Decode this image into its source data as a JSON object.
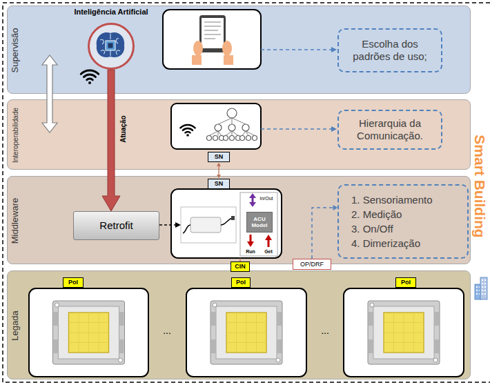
{
  "diagram": {
    "nodes": [
      {
        "text": [
          "Supervisão"
        ]
      },
      {
        "text": [
          "Inteligência Artificial"
        ],
        "in": 0
      },
      {
        "text": [
          "Escolha dos padrões de uso;"
        ],
        "in": 0
      },
      {
        "text": [
          "Interoperabilidade"
        ]
      },
      {
        "text": [
          "Hierarquia da Comunicação."
        ],
        "in": 3
      },
      {
        "text": [
          "SN"
        ],
        "in": 3
      },
      {
        "text": [
          "Middleware"
        ]
      },
      {
        "text": [
          "SN"
        ],
        "in": 6
      },
      {
        "text": [
          "Retrofit"
        ],
        "in": 6
      },
      {
        "text": [
          "ACU Model"
        ],
        "in": 6
      },
      {
        "text": [
          "1. Sensoriamento",
          "2. Medição",
          "3. On/Off",
          "4. Dimerização"
        ],
        "in": 6
      },
      {
        "text": [
          "OP/DRF"
        ]
      },
      {
        "text": [
          "CIN"
        ]
      },
      {
        "text": [
          "Legada"
        ]
      },
      {
        "text": [
          "PoI"
        ],
        "in": 13
      },
      {
        "text": [
          "PoI"
        ],
        "in": 13
      },
      {
        "text": [
          "PoI"
        ],
        "in": 13
      }
    ],
    "edges": [
      {
        "from": 1,
        "to": 8,
        "arrow": "to",
        "label": "Atuação"
      },
      {
        "from": 5,
        "to": 7,
        "arrow": "both"
      },
      {
        "from": 11,
        "to": 10,
        "arrow": "to"
      }
    ],
    "labels": [
      "Smart Building",
      "In/Out",
      "Run",
      "Get",
      "...",
      "..."
    ]
  }
}
